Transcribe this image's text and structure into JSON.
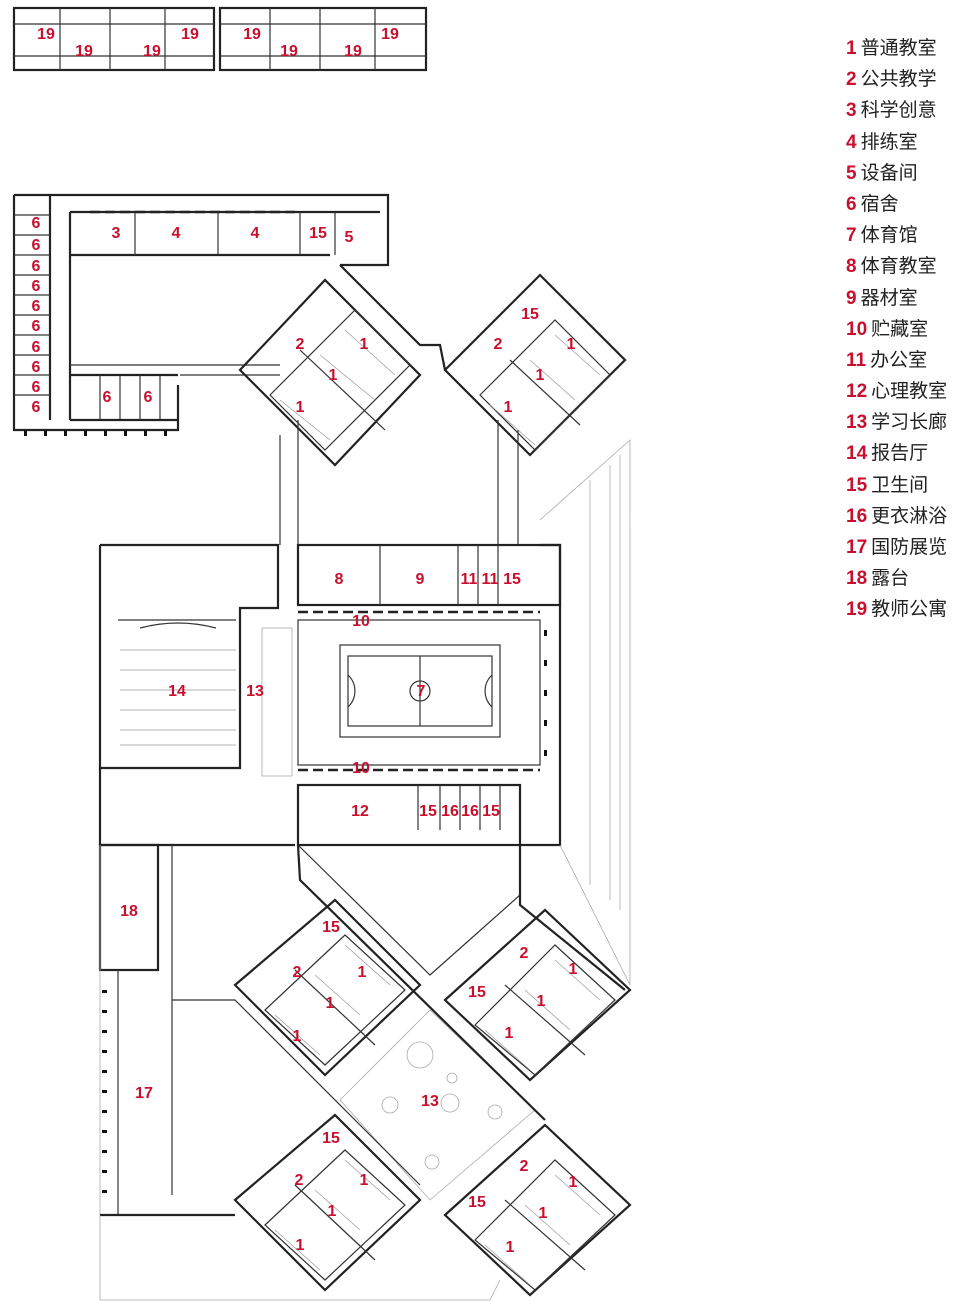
{
  "legend": [
    {
      "num": "1",
      "label": "普通教室"
    },
    {
      "num": "2",
      "label": "公共教学"
    },
    {
      "num": "3",
      "label": "科学创意"
    },
    {
      "num": "4",
      "label": "排练室"
    },
    {
      "num": "5",
      "label": "设备间"
    },
    {
      "num": "6",
      "label": "宿舍"
    },
    {
      "num": "7",
      "label": "体育馆"
    },
    {
      "num": "8",
      "label": "体育教室"
    },
    {
      "num": "9",
      "label": "器材室"
    },
    {
      "num": "10",
      "label": "贮藏室"
    },
    {
      "num": "11",
      "label": "办公室"
    },
    {
      "num": "12",
      "label": "心理教室"
    },
    {
      "num": "13",
      "label": "学习长廊"
    },
    {
      "num": "14",
      "label": "报告厅"
    },
    {
      "num": "15",
      "label": "卫生间"
    },
    {
      "num": "16",
      "label": "更衣淋浴"
    },
    {
      "num": "17",
      "label": "国防展览"
    },
    {
      "num": "18",
      "label": "露台"
    },
    {
      "num": "19",
      "label": "教师公寓"
    }
  ],
  "plan_labels": {
    "teacher_apartments": [
      "19",
      "19",
      "19",
      "19",
      "19",
      "19",
      "19",
      "19"
    ],
    "north_wing": [
      "3",
      "4",
      "4",
      "15",
      "5"
    ],
    "dorms": [
      "6",
      "6",
      "6",
      "6",
      "6",
      "6",
      "6",
      "6",
      "6",
      "6",
      "6",
      "6"
    ],
    "nw_cluster": [
      "2",
      "1",
      "1",
      "1"
    ],
    "ne_cluster": [
      "15",
      "2",
      "1",
      "1",
      "1"
    ],
    "gym_block": [
      "8",
      "9",
      "11",
      "11",
      "15",
      "10",
      "7",
      "10",
      "12",
      "15",
      "16",
      "16",
      "15"
    ],
    "auditorium": [
      "14",
      "13"
    ],
    "terrace": "18",
    "defense_exhibit": "17",
    "gallery_south": "13",
    "sw_cluster_a": [
      "15",
      "2",
      "1",
      "1",
      "1"
    ],
    "se_cluster_a": [
      "2",
      "15",
      "1",
      "1",
      "1"
    ],
    "sw_cluster_b": [
      "15",
      "2",
      "1",
      "1",
      "1"
    ],
    "se_cluster_b": [
      "2",
      "15",
      "1",
      "1",
      "1"
    ]
  }
}
